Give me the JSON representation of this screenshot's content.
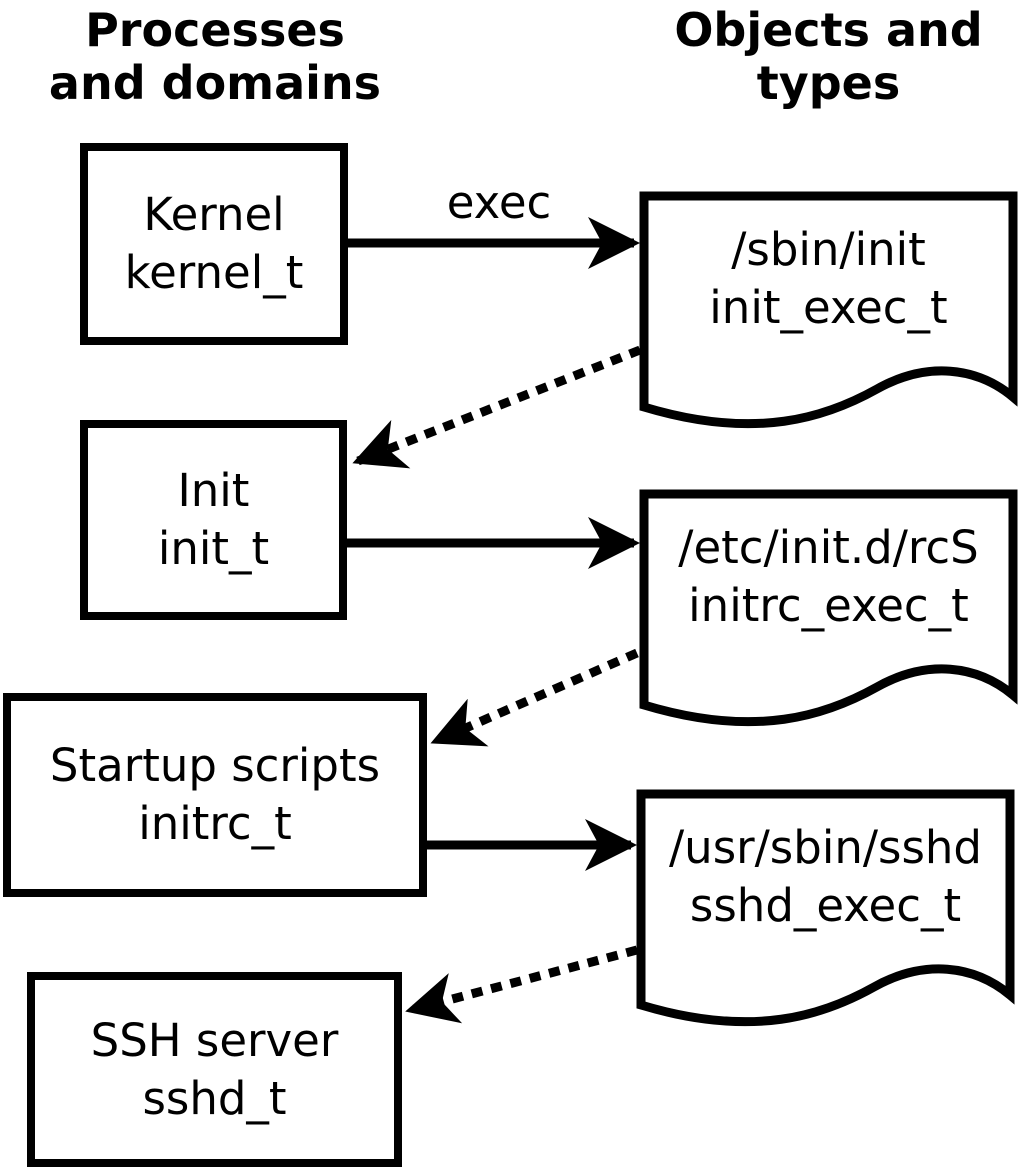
{
  "headers": {
    "left": {
      "line1": "Processes",
      "line2": "and domains"
    },
    "right": {
      "line1": "Objects and",
      "line2": "types"
    }
  },
  "processes": [
    {
      "id": "kernel",
      "name": "Kernel",
      "type": "kernel_t"
    },
    {
      "id": "init",
      "name": "Init",
      "type": "init_t"
    },
    {
      "id": "startup_scripts",
      "name": "Startup scripts",
      "type": "initrc_t"
    },
    {
      "id": "ssh_server",
      "name": "SSH server",
      "type": "sshd_t"
    }
  ],
  "objects": [
    {
      "id": "sbin_init",
      "path": "/sbin/init",
      "type": "init_exec_t"
    },
    {
      "id": "etc_initd_rcS",
      "path": "/etc/init.d/rcS",
      "type": "initrc_exec_t"
    },
    {
      "id": "usr_sbin_sshd",
      "path": "/usr/sbin/sshd",
      "type": "sshd_exec_t"
    }
  ],
  "edges": [
    {
      "from": "kernel",
      "to": "sbin_init",
      "label": "exec",
      "style": "solid"
    },
    {
      "from": "sbin_init",
      "to": "init",
      "label": "",
      "style": "dotted"
    },
    {
      "from": "init",
      "to": "etc_initd_rcS",
      "label": "",
      "style": "solid"
    },
    {
      "from": "etc_initd_rcS",
      "to": "startup_scripts",
      "label": "",
      "style": "dotted"
    },
    {
      "from": "startup_scripts",
      "to": "usr_sbin_sshd",
      "label": "",
      "style": "solid"
    },
    {
      "from": "usr_sbin_sshd",
      "to": "ssh_server",
      "label": "",
      "style": "dotted"
    }
  ],
  "colors": {
    "line": "#000000",
    "text": "#000000",
    "background": "#ffffff"
  }
}
